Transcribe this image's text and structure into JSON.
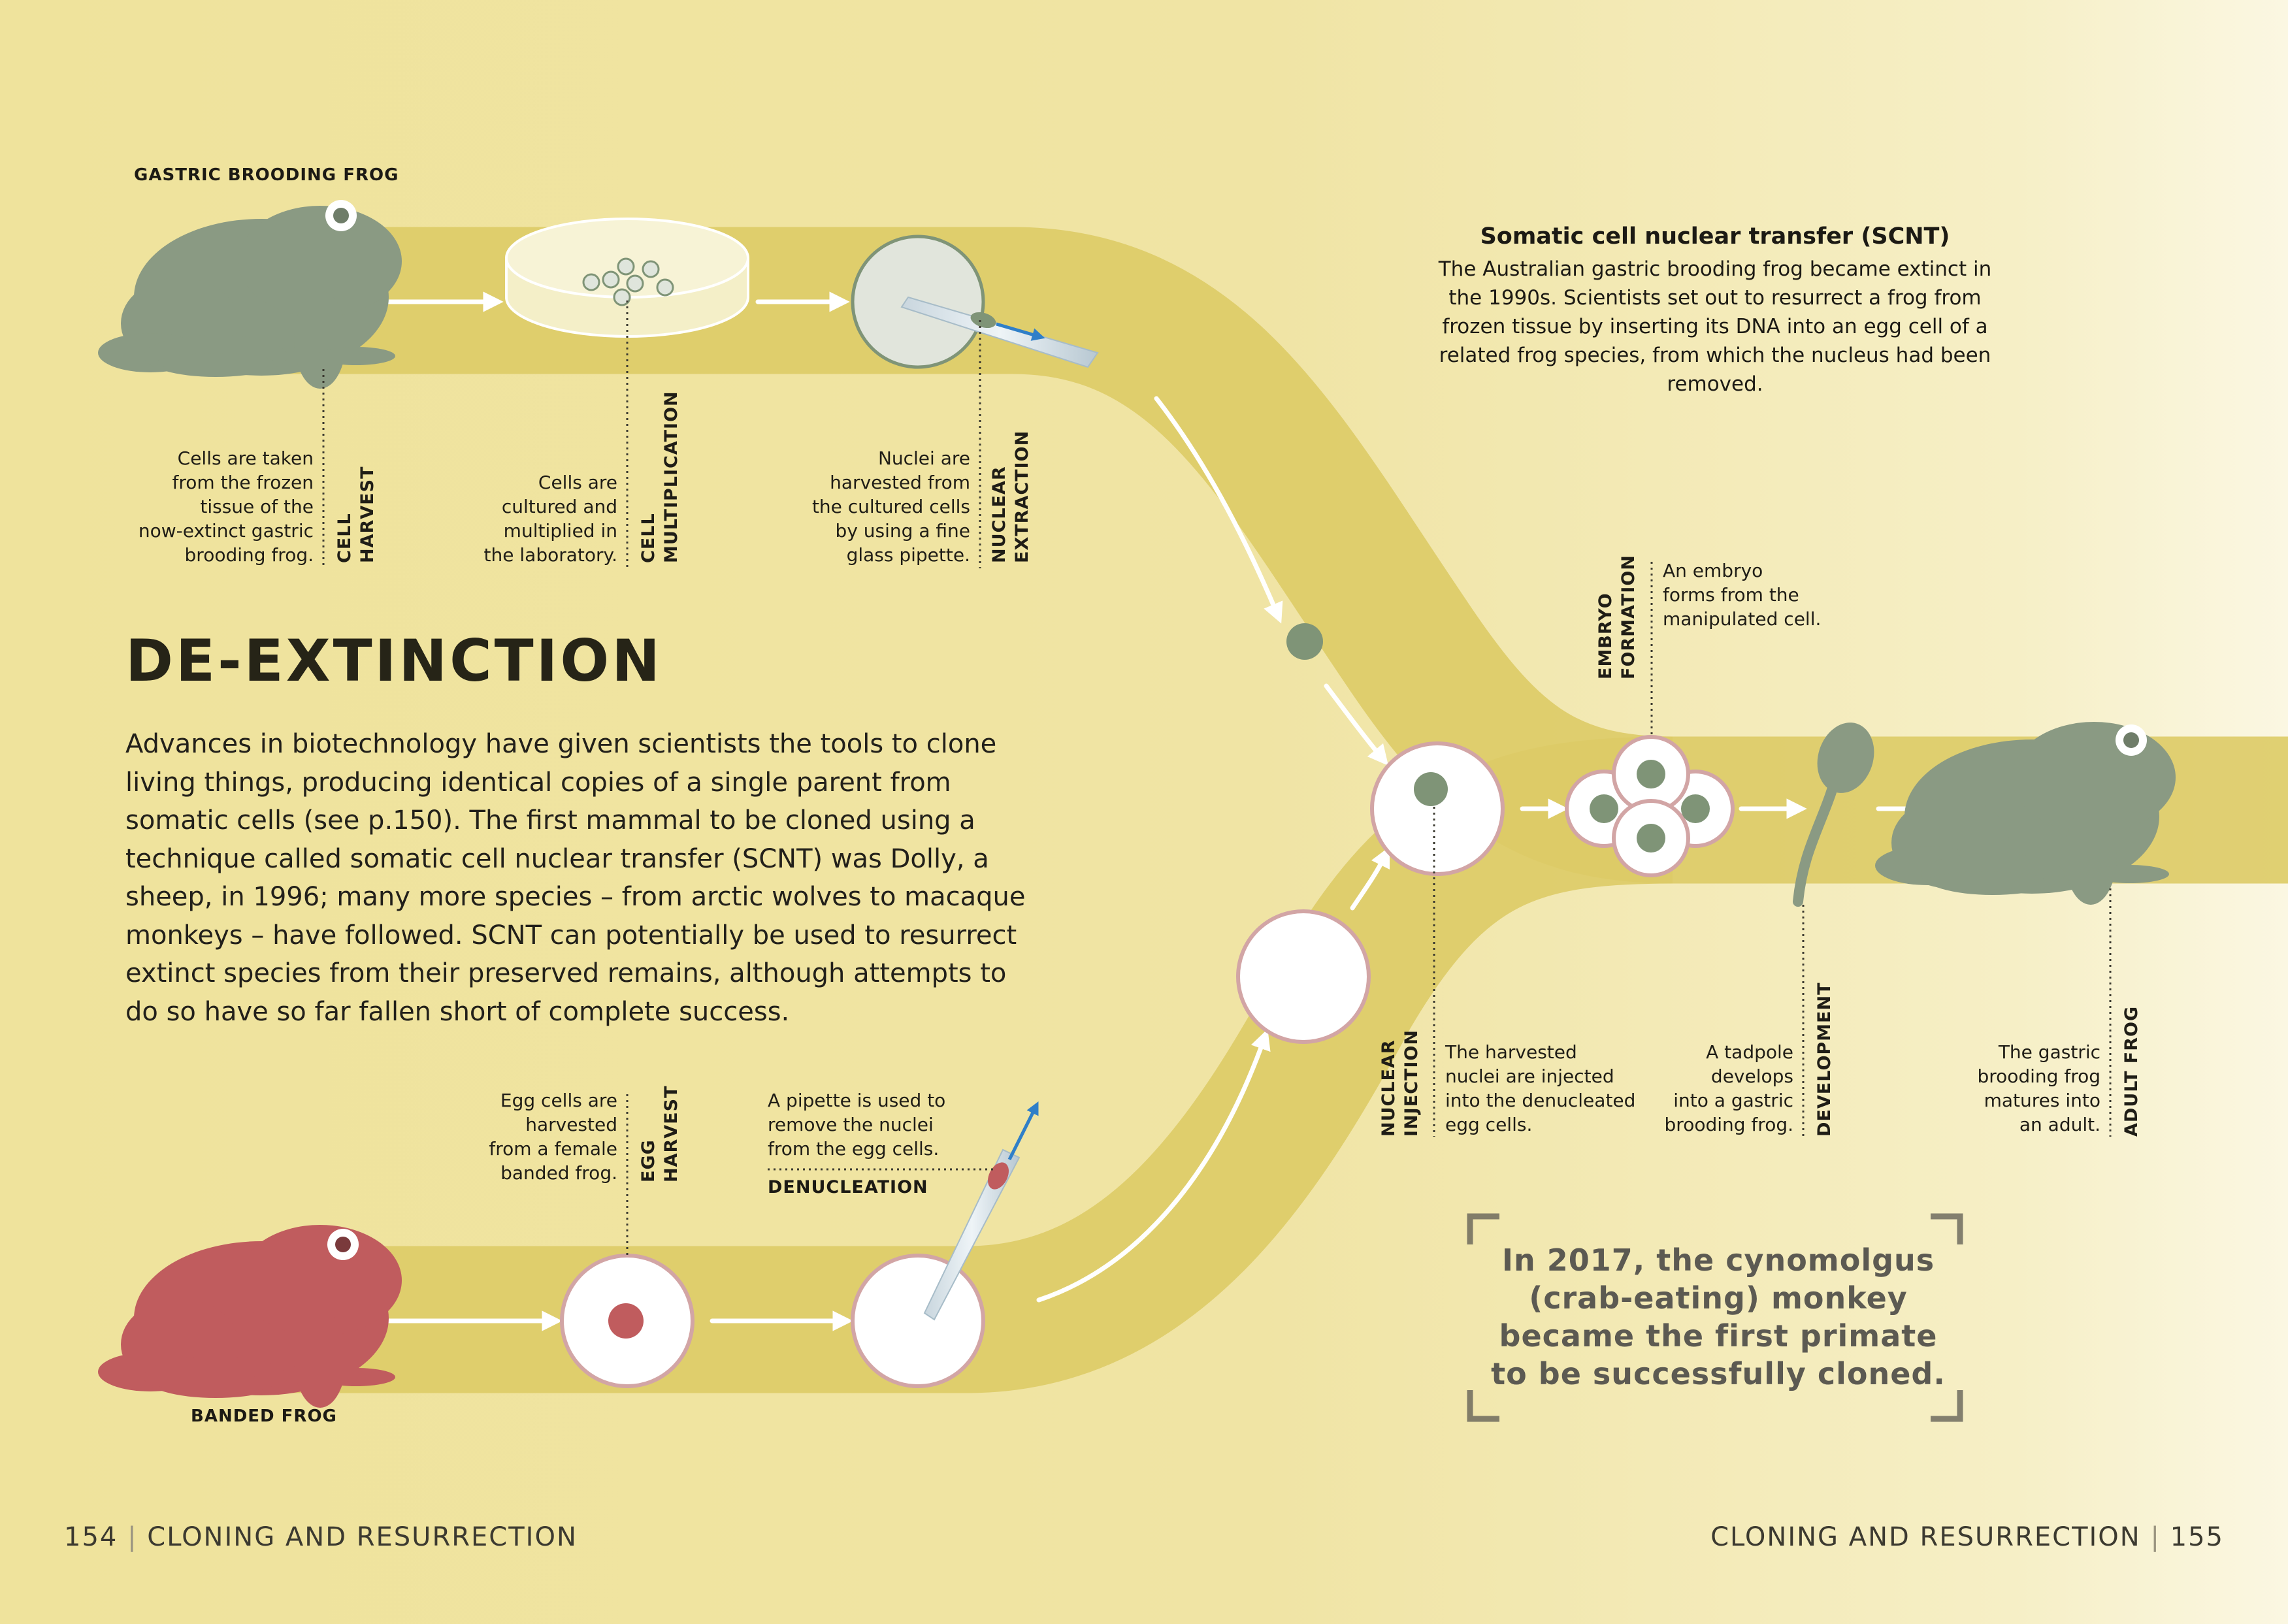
{
  "title": "DE-EXTINCTION",
  "intro": "Advances in biotechnology have given scientists the tools to clone living things, producing identical copies of a single parent from somatic cells (see p.150). The first mammal to be cloned using a technique called somatic cell nuclear transfer (SCNT) was Dolly, a sheep, in 1996; many more species – from arctic wolves to macaque monkeys – have followed. SCNT can potentially be used to resurrect extinct species from their preserved remains, although attempts to do so have so far fallen short of complete success.",
  "scnt": {
    "title": "Somatic cell nuclear transfer (SCNT)",
    "text": "The Australian gastric brooding frog became extinct in the 1990s. Scientists set out to resurrect a frog from frozen tissue by inserting its DNA into an egg cell of a related frog species, from which the nucleus had been removed."
  },
  "frogs": {
    "top": "GASTRIC BROODING FROG",
    "bottom": "BANDED FROG"
  },
  "steps": {
    "cell_harvest": {
      "label": "CELL\nHARVEST",
      "text": "Cells are taken\nfrom the frozen\ntissue of the\nnow-extinct gastric\nbrooding frog."
    },
    "cell_multiplication": {
      "label": "CELL\nMULTIPLICATION",
      "text": "Cells are\ncultured and\nmultiplied in\nthe laboratory."
    },
    "nuclear_extraction": {
      "label": "NUCLEAR\nEXTRACTION",
      "text": "Nuclei are\nharvested from\nthe cultured cells\nby using a fine\nglass pipette."
    },
    "egg_harvest": {
      "label": "EGG\nHARVEST",
      "text": "Egg cells are\nharvested\nfrom a female\nbanded frog."
    },
    "denucleation": {
      "label": "DENUCLEATION",
      "text": "A pipette is used to\nremove the nuclei\nfrom the egg cells."
    },
    "embryo_formation": {
      "label": "EMBRYO\nFORMATION",
      "text": "An embryo\nforms from the\nmanipulated cell."
    },
    "nuclear_injection": {
      "label": "NUCLEAR\nINJECTION",
      "text": "The harvested\nnuclei are injected\ninto the denucleated\negg cells."
    },
    "development": {
      "label": "DEVELOPMENT",
      "text": "A tadpole\ndevelops\ninto a gastric\nbrooding frog."
    },
    "adult_frog": {
      "label": "ADULT FROG",
      "text": "The gastric\nbrooding frog\nmatures into\nan adult."
    }
  },
  "quote": "In 2017, the cynomolgus (crab-eating) monkey became the first primate to be successfully cloned.",
  "footer": {
    "left_page": "154",
    "left_section": "CLONING AND RESURRECTION",
    "right_section": "CLONING AND RESURRECTION",
    "right_page": "155"
  },
  "colors": {
    "band": "#ddcb66",
    "gastric_frog": "#8a9a83",
    "banded_frog": "#c05c5e",
    "nucleus": "#7f9477",
    "egg_rim": "#d2a5a5",
    "pipette_arrow": "#2f7fc8",
    "text": "#1f1d16"
  }
}
